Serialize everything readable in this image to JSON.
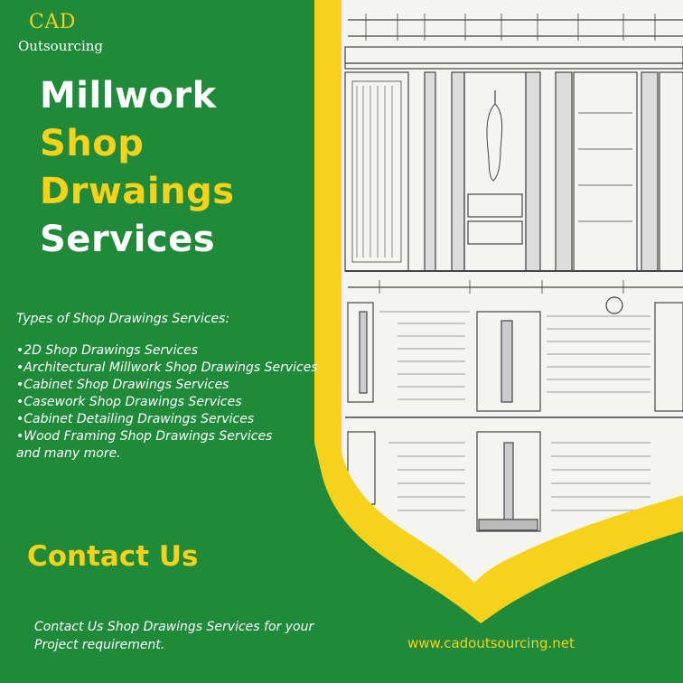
{
  "brand": {
    "name": "CAD",
    "subtitle": "Outsourcing"
  },
  "headline": {
    "line1": "Millwork",
    "line2": "Shop",
    "line3": "Drwaings",
    "line4": "Services"
  },
  "services": {
    "title": "Types of Shop Drawings Services:",
    "items": [
      "2D Shop Drawings Services",
      "Architectural Millwork Shop Drawings Services",
      "Cabinet Shop Drawings Services",
      "Casework Shop Drawings Services",
      "Cabinet Detailing Drawings Services",
      "Wood Framing Shop Drawings Services"
    ],
    "footer": "and many more."
  },
  "contact": {
    "title": "Contact Us",
    "note": "Contact Us Shop Drawings Services for your Project requirement.",
    "website": "www.cadoutsourcing.net"
  },
  "colors": {
    "background_green": "#1f8a3a",
    "accent_yellow": "#f6d21a",
    "text_white": "#ffffff",
    "drawing_paper": "#f4f4f2",
    "drawing_ink": "#444444"
  },
  "illustration": {
    "subject": "millwork-shop-drawing-blueprint"
  }
}
